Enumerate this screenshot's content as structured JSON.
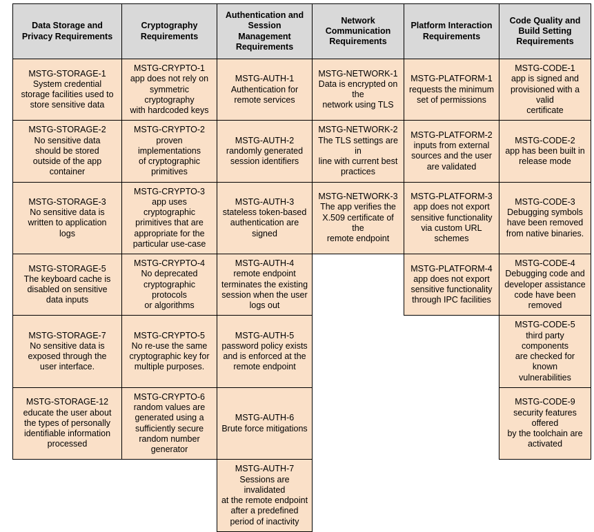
{
  "table": {
    "columns": [
      {
        "header": "Data Storage and\nPrivacy Requirements",
        "name": "data-storage-and-privacy-requirements"
      },
      {
        "header": "Cryptography\nRequirements",
        "name": "cryptography-requirements"
      },
      {
        "header": "Authentication and\nSession Management\nRequirements",
        "name": "authentication-and-session-management-requirements"
      },
      {
        "header": "Network\nCommunication\nRequirements",
        "name": "network-communication-requirements"
      },
      {
        "header": "Platform Interaction\nRequirements",
        "name": "platform-interaction-requirements"
      },
      {
        "header": "Code Quality and\nBuild Setting\nRequirements",
        "name": "code-quality-and-build-setting-requirements"
      }
    ],
    "colors": {
      "header_background": "#d9d9d9",
      "cell_background": "#fae0c8",
      "border": "#000000",
      "text": "#000000",
      "page_background": "#ffffff"
    },
    "rows": [
      {
        "cells": [
          {
            "id": "MSTG-STORAGE-1",
            "desc": "System credential\nstorage facilities used to\nstore sensitive data"
          },
          {
            "id": "MSTG-CRYPTO-1",
            "desc": "app does not rely on\nsymmetric cryptography\nwith hardcoded keys"
          },
          {
            "id": "MSTG-AUTH-1",
            "desc": "Authentication for\nremote services"
          },
          {
            "id": "MSTG-NETWORK-1",
            "desc": "Data is encrypted on the\nnetwork using TLS"
          },
          {
            "id": "MSTG-PLATFORM-1",
            "desc": "requests the minimum\nset of permissions"
          },
          {
            "id": "MSTG-CODE-1",
            "desc": "app is signed and\nprovisioned with a valid\ncertificate"
          }
        ]
      },
      {
        "cells": [
          {
            "id": "MSTG-STORAGE-2",
            "desc": "No sensitive data\nshould be stored\noutside of the app\ncontainer"
          },
          {
            "id": "MSTG-CRYPTO-2",
            "desc": "proven implementations\nof cryptographic\nprimitives"
          },
          {
            "id": "MSTG-AUTH-2",
            "desc": "randomly generated\nsession identifiers"
          },
          {
            "id": "MSTG-NETWORK-2",
            "desc": "The TLS settings are in\nline with current best\npractices"
          },
          {
            "id": "MSTG-PLATFORM-2",
            "desc": "inputs from external\nsources and the user\nare validated"
          },
          {
            "id": "MSTG-CODE-2",
            "desc": "app has been built in\nrelease mode"
          }
        ]
      },
      {
        "cells": [
          {
            "id": "MSTG-STORAGE-3",
            "desc": "No sensitive data is\nwritten to application\nlogs"
          },
          {
            "id": "MSTG-CRYPTO-3",
            "desc": "app uses cryptographic\nprimitives that are\nappropriate for the\nparticular use-case"
          },
          {
            "id": "MSTG-AUTH-3",
            "desc": "stateless token-based\nauthentication are\nsigned"
          },
          {
            "id": "MSTG-NETWORK-3",
            "desc": "The app verifies the\nX.509 certificate of the\nremote endpoint"
          },
          {
            "id": "MSTG-PLATFORM-3",
            "desc": "app does not export\nsensitive functionality\nvia custom URL\nschemes"
          },
          {
            "id": "MSTG-CODE-3",
            "desc": "Debugging symbols\nhave been removed\nfrom native binaries."
          }
        ]
      },
      {
        "cells": [
          {
            "id": "MSTG-STORAGE-5",
            "desc": "The keyboard cache is\ndisabled on sensitive\ndata inputs"
          },
          {
            "id": "MSTG-CRYPTO-4",
            "desc": "No deprecated\ncryptographic protocols\nor algorithms"
          },
          {
            "id": "MSTG-AUTH-4",
            "desc": "remote endpoint\nterminates the existing\nsession when the user\nlogs out"
          },
          null,
          {
            "id": "MSTG-PLATFORM-4",
            "desc": "app does not export\nsensitive functionality\nthrough IPC facilities"
          },
          {
            "id": "MSTG-CODE-4",
            "desc": "Debugging code and\ndeveloper assistance\ncode have been\nremoved"
          }
        ]
      },
      {
        "cells": [
          {
            "id": "MSTG-STORAGE-7",
            "desc": "No sensitive data is\nexposed through the\nuser interface."
          },
          {
            "id": "MSTG-CRYPTO-5",
            "desc": "No re-use the same\ncryptographic key for\nmultiple purposes."
          },
          {
            "id": "MSTG-AUTH-5",
            "desc": "password policy exists\nand is enforced at the\nremote endpoint"
          },
          null,
          null,
          {
            "id": "MSTG-CODE-5",
            "desc": "third party components\nare checked for known\nvulnerabilities"
          }
        ]
      },
      {
        "cells": [
          {
            "id": "MSTG-STORAGE-12",
            "desc": "educate the user about\nthe types of personally\nidentifiable information\nprocessed"
          },
          {
            "id": "MSTG-CRYPTO-6",
            "desc": "random values are\ngenerated using a\nsufficiently secure\nrandom number\ngenerator"
          },
          {
            "id": "MSTG-AUTH-6",
            "desc": "Brute force mitigations"
          },
          null,
          null,
          {
            "id": "MSTG-CODE-9",
            "desc": "security features offered\nby the toolchain are\nactivated"
          }
        ]
      },
      {
        "cells": [
          null,
          null,
          {
            "id": "MSTG-AUTH-7",
            "desc": "Sessions are invalidated\nat the remote endpoint\nafter a predefined\nperiod of inactivity"
          },
          null,
          null,
          null
        ]
      }
    ]
  }
}
